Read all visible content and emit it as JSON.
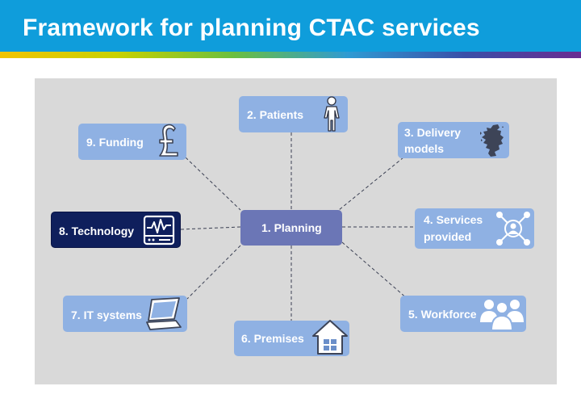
{
  "title": "Framework for planning CTAC services",
  "colors": {
    "header": "#0f9ddb",
    "node": "#8fb1e3",
    "node_active": "#0f1f5c",
    "center": "#6b76b6",
    "panel": "#d9d9d9"
  },
  "nodes": {
    "planning": {
      "label": "1. Planning"
    },
    "patients": {
      "label": "2. Patients",
      "icon": "person-icon"
    },
    "delivery": {
      "line1": "3. Delivery",
      "line2": "models",
      "icon": "scotland-map-icon"
    },
    "services": {
      "line1": "4. Services",
      "line2": "provided",
      "icon": "network-person-icon"
    },
    "workforce": {
      "label": "5. Workforce",
      "icon": "group-icon"
    },
    "premises": {
      "label": "6. Premises",
      "icon": "house-icon"
    },
    "it": {
      "label": "7. IT systems",
      "icon": "laptop-icon"
    },
    "technology": {
      "label": "8. Technology",
      "icon": "monitor-pulse-icon"
    },
    "funding": {
      "label": "9. Funding",
      "icon": "pound-icon"
    }
  }
}
